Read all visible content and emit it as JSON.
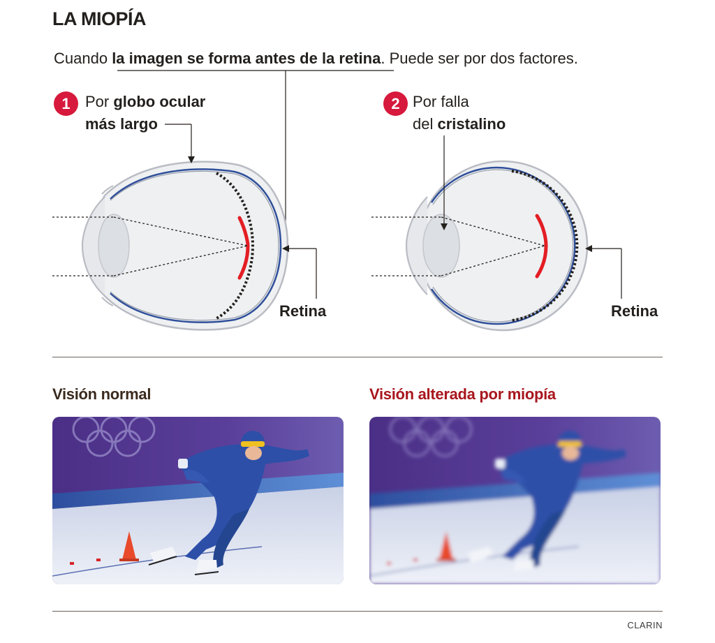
{
  "header": {
    "title": "LA MIOPÍA",
    "intro_prefix": "Cuando ",
    "intro_bold": "la imagen se forma antes de la retina",
    "intro_suffix": ". Puede ser por dos factores."
  },
  "factor1": {
    "number": "1",
    "line1_prefix": "Por ",
    "line1_bold": "globo ocular",
    "line2_bold": "más largo",
    "retina_label": "Retina"
  },
  "factor2": {
    "number": "2",
    "line1": "Por falla",
    "line2_prefix": "del ",
    "line2_bold": "cristalino",
    "retina_label": "Retina"
  },
  "comparison": {
    "normal_label": "Visión normal",
    "altered_label": "Visión alterada por miopía"
  },
  "footer": {
    "credit": "CLARIN"
  },
  "colors": {
    "accent_red": "#d6193c",
    "focus_red": "#e31e24",
    "retina_blue": "#2f4f9a",
    "altered_heading": "#a8161d"
  }
}
